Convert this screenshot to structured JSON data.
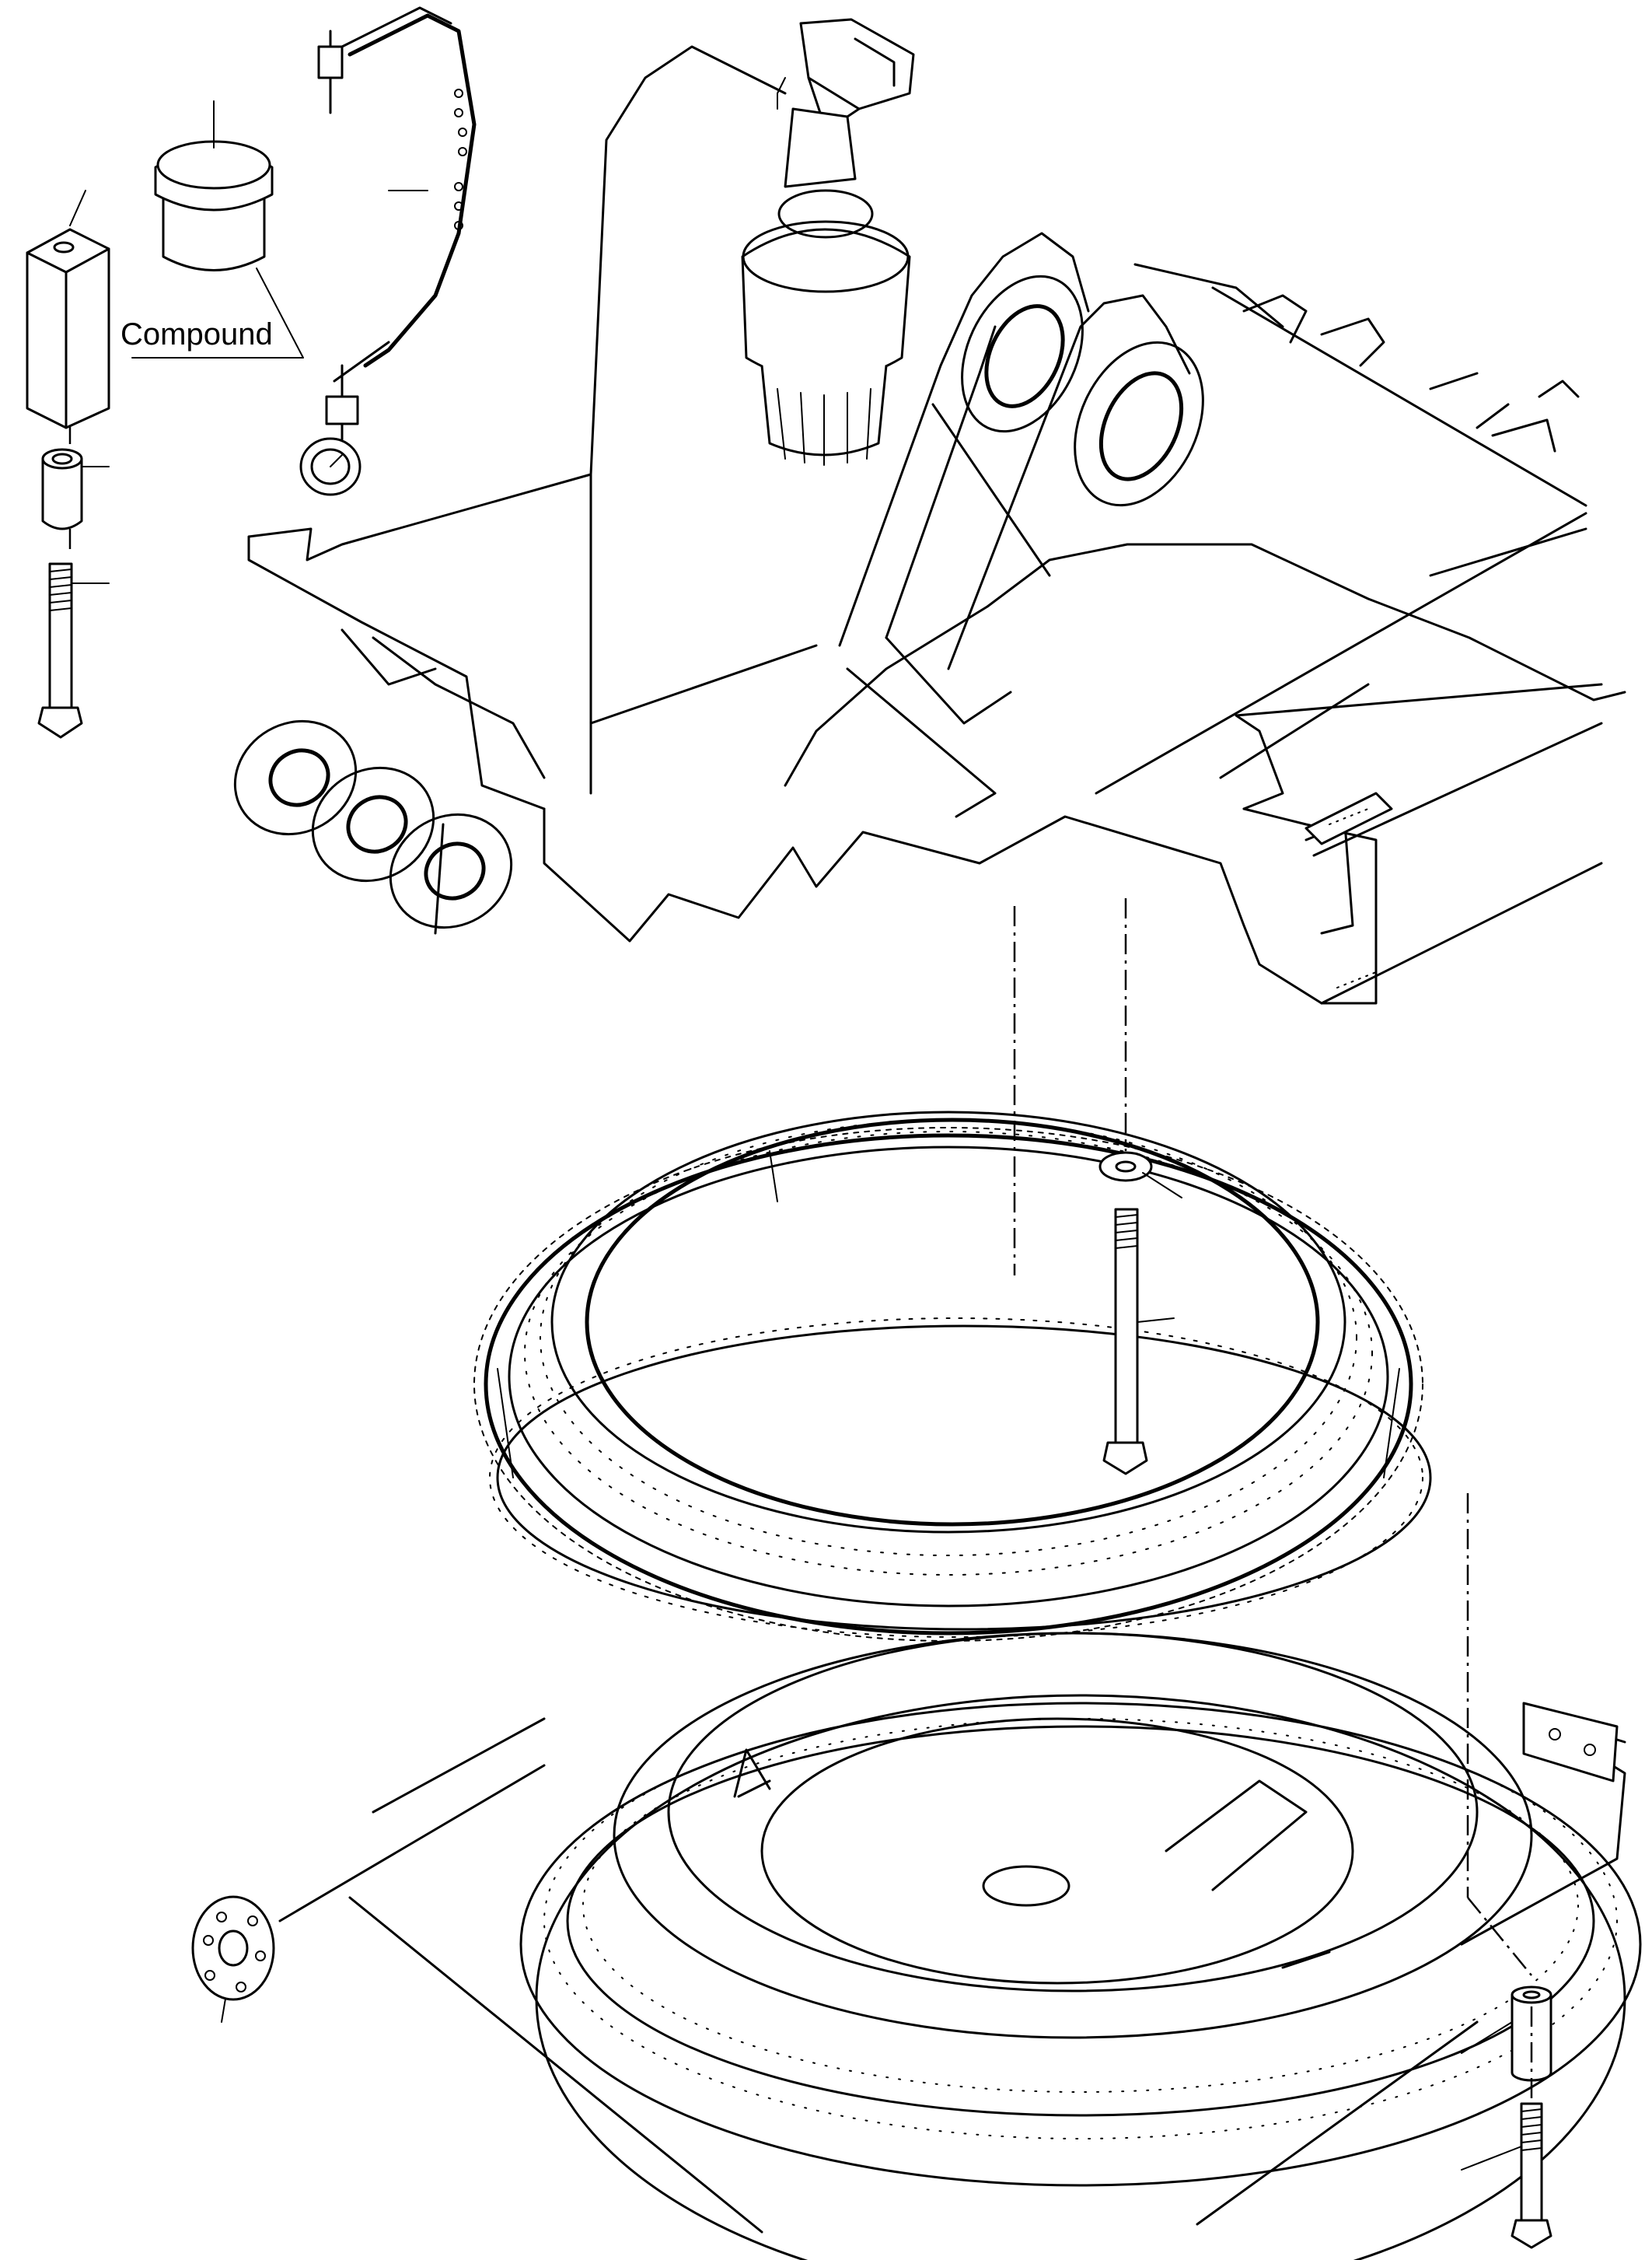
{
  "labels": {
    "compound": "Compound"
  },
  "colors": {
    "line": "#000000",
    "background": "#ffffff"
  },
  "parts": [
    {
      "name": "square-drift-tool",
      "icon": "square-bar-icon"
    },
    {
      "name": "compound-container",
      "icon": "jar-icon"
    },
    {
      "name": "spacer-sleeve",
      "icon": "cylinder-icon"
    },
    {
      "name": "hex-bolt",
      "icon": "bolt-icon"
    },
    {
      "name": "dial-gauge-bracket",
      "icon": "dial-gauge-icon"
    },
    {
      "name": "swing-motor-gearbox",
      "icon": "gearbox-icon"
    },
    {
      "name": "upper-frame",
      "icon": "frame-icon"
    },
    {
      "name": "slewing-ring-bearing",
      "icon": "gear-ring-icon"
    },
    {
      "name": "ring-washer",
      "icon": "washer-icon"
    },
    {
      "name": "ring-mounting-bolt",
      "icon": "bolt-icon"
    },
    {
      "name": "undercarriage-frame",
      "icon": "frame-icon"
    },
    {
      "name": "lower-spacer-sleeve",
      "icon": "cylinder-icon"
    },
    {
      "name": "lower-mounting-bolt",
      "icon": "bolt-icon"
    }
  ]
}
